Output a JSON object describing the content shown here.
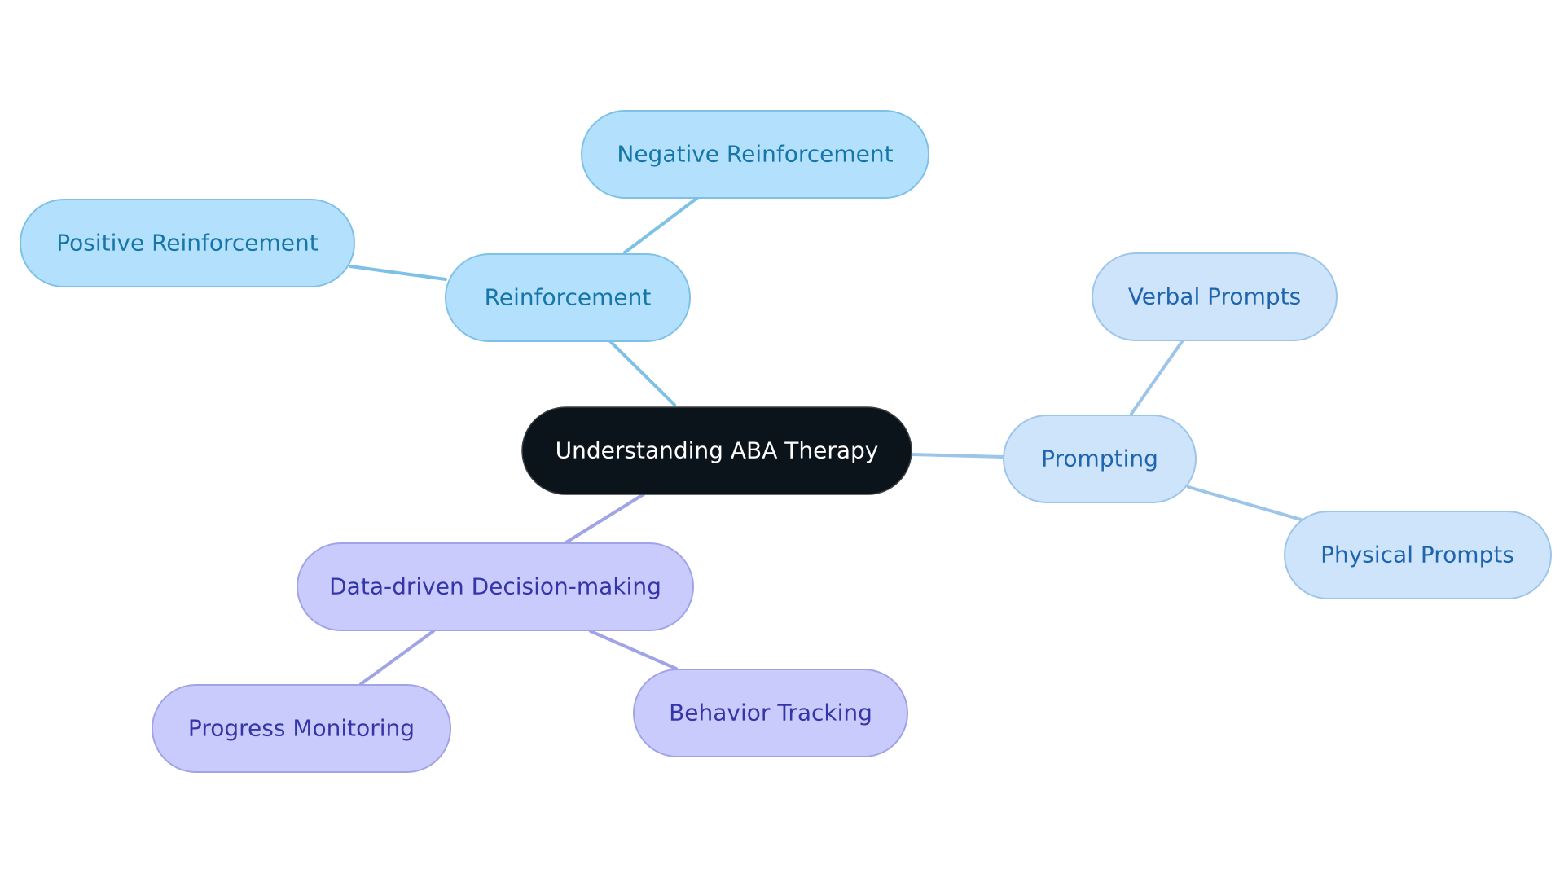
{
  "diagram": {
    "root": {
      "label": "Understanding ABA Therapy"
    },
    "branches": [
      {
        "label": "Reinforcement",
        "children": [
          "Positive Reinforcement",
          "Negative Reinforcement"
        ]
      },
      {
        "label": "Prompting",
        "children": [
          "Verbal Prompts",
          "Physical Prompts"
        ]
      },
      {
        "label": "Data-driven Decision-making",
        "children": [
          "Progress Monitoring",
          "Behavior Tracking"
        ]
      }
    ]
  },
  "colors": {
    "root_fill": "#0b141b",
    "root_text": "#ffffff",
    "reinforcement_fill": "#b3e0fd",
    "reinforcement_stroke": "#7ec1e7",
    "reinforcement_text": "#1676a8",
    "prompting_fill": "#cde4fb",
    "prompting_stroke": "#9dc5ea",
    "prompting_text": "#1f65ad",
    "data_fill": "#c9cbfd",
    "data_stroke": "#a0a3e5",
    "data_text": "#3435a7"
  }
}
